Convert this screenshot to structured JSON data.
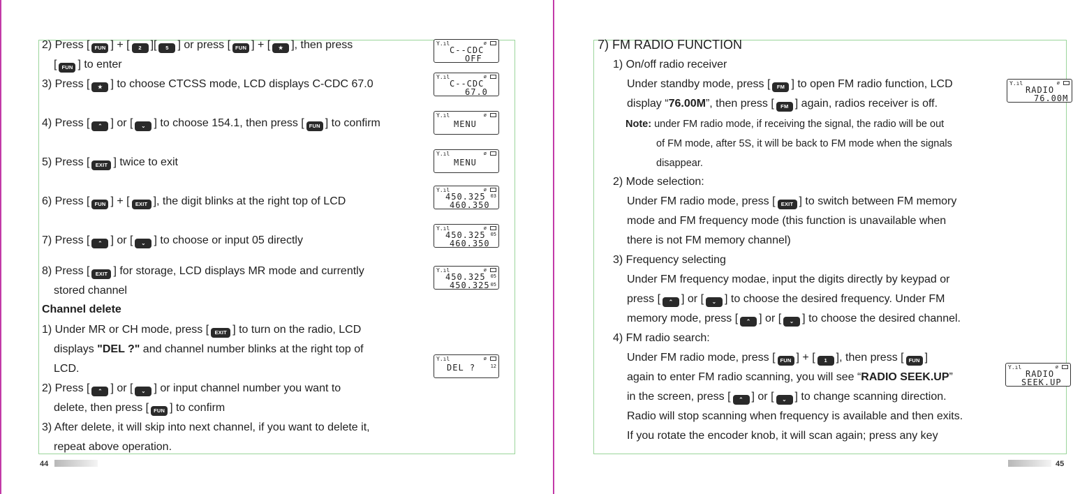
{
  "keys": {
    "fun": "FUN",
    "two": "2",
    "five": "5",
    "star": "★",
    "exit": "EXIT",
    "up": "⌃",
    "down": "⌄",
    "fm": "FM",
    "one": "1"
  },
  "left_page": {
    "page_number": "44",
    "lines": {
      "s2a_pre": "2) Press [",
      "s2a_mid1": "] + [",
      "s2a_mid2": "][",
      "s2a_mid3": "] or press [",
      "s2a_mid4": "] + [",
      "s2a_end": "], then press",
      "s2b_pre": "[",
      "s2b_end": "] to enter",
      "s3_pre": "3) Press [",
      "s3_end": "] to choose CTCSS mode, LCD displays C-CDC 67.0",
      "s4_pre": "4) Press [",
      "s4_mid": "] or [",
      "s4_mid2": "] to choose 154.1, then press [",
      "s4_end": "] to confirm",
      "s5_pre": "5) Press [",
      "s5_end": "] twice to exit",
      "s6_pre": "6) Press [",
      "s6_mid": "] + [",
      "s6_end": "], the digit blinks at the right top of LCD",
      "s7_pre": "7) Press [",
      "s7_mid": "] or [",
      "s7_end": "] to choose or input 05 directly",
      "s8_pre": "8) Press [",
      "s8_end": "] for storage, LCD displays MR mode and currently",
      "s8b": "stored channel",
      "heading": "Channel delete",
      "d1_pre": "1) Under MR or CH mode, press [",
      "d1_end": "] to turn on the radio, LCD",
      "d1b_pre": "displays ",
      "d1b_bold": "\"DEL ?\"",
      "d1b_end": " and channel number blinks at the right top of",
      "d1c": "LCD.",
      "d2_pre": "2) Press [",
      "d2_mid": "] or [",
      "d2_end": "] or input channel number you want to",
      "d2b_pre": "delete, then press [",
      "d2b_end": "] to confirm",
      "d3": "3) After delete, it will skip into next channel, if you want to delete it,",
      "d3b": "repeat above operation."
    },
    "lcds": [
      {
        "l1": "C--CDC",
        "l2": "OFF",
        "t1": "",
        "t2": ""
      },
      {
        "l1": "C--CDC",
        "l2": "67.0",
        "t1": "",
        "t2": ""
      },
      {
        "l1": "MENU",
        "l2": "",
        "t1": "",
        "t2": ""
      },
      {
        "l1": "MENU",
        "l2": "",
        "t1": "",
        "t2": ""
      },
      {
        "l1": "450.325",
        "l2": "460.350",
        "t1": "03",
        "t2": ""
      },
      {
        "l1": "450.325",
        "l2": "460.350",
        "t1": "05",
        "t2": ""
      },
      {
        "l1": "450.325",
        "l2": "450.325",
        "t1": "05",
        "t2": "05"
      },
      {
        "l1": "DEL ?",
        "l2": "",
        "t1": "12",
        "t2": ""
      }
    ]
  },
  "right_page": {
    "page_number": "45",
    "lines": {
      "title": "7) FM RADIO FUNCTION",
      "r1": "1) On/off radio receiver",
      "r1a_pre": "Under standby mode, press [",
      "r1a_end": "] to open FM radio function, LCD",
      "r1b_pre": "display “",
      "r1b_bold": "76.00M",
      "r1b_mid": "”, then press [",
      "r1b_end": "] again, radios receiver is off.",
      "note_label": "Note:",
      "note1": " under FM radio mode, if receiving the signal, the radio will be out",
      "note2": "of FM mode, after 5S, it will be back to FM mode when the signals",
      "note3": "disappear.",
      "r2": "2) Mode selection:",
      "r2a_pre": "Under FM radio mode, press [",
      "r2a_end": "] to switch between FM memory",
      "r2b": "mode and FM frequency mode (this function is unavailable when",
      "r2c": "there is not FM memory channel)",
      "r3": "3) Frequency selecting",
      "r3a": "Under FM frequency modae, input the digits directly by keypad or",
      "r3b_pre": "press [",
      "r3b_mid": "] or [",
      "r3b_end": "] to choose the desired frequency. Under FM",
      "r3c_pre": "memory mode, press [",
      "r3c_mid": "] or [",
      "r3c_end": "] to choose the desired channel.",
      "r4": "4) FM radio search:",
      "r4a_pre": "Under FM radio mode, press [",
      "r4a_mid": "] + [",
      "r4a_mid2": "], then press [",
      "r4a_end": "]",
      "r4b_pre": "again to enter FM radio scanning, you will see “",
      "r4b_bold": "RADIO SEEK.UP",
      "r4b_end": "”",
      "r4c_pre": "in the screen, press [",
      "r4c_mid": "] or [",
      "r4c_end": "] to change scanning direction.",
      "r4d": "Radio will stop scanning when frequency is available and then exits.",
      "r4e": "If you rotate the encoder knob, it will scan again; press any key"
    },
    "lcds": [
      {
        "l1": "RADIO",
        "l2": "76.00M",
        "t1": "",
        "t2": ""
      },
      {
        "l1": "RADIO",
        "l2": "SEEK.UP",
        "t1": "",
        "t2": ""
      }
    ]
  }
}
